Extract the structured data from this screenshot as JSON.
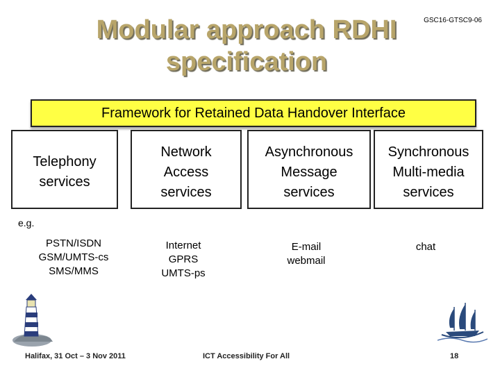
{
  "title": {
    "line1": "Modular approach RDHI",
    "line2": "specification"
  },
  "doc_id": "GSC16-GTSC9-06",
  "framework_label": "Framework for Retained Data Handover Interface",
  "columns": [
    {
      "lines": [
        "Telephony",
        "services"
      ]
    },
    {
      "lines": [
        "Network",
        "Access",
        "services"
      ]
    },
    {
      "lines": [
        "Asynchronous",
        "Message",
        "services"
      ]
    },
    {
      "lines": [
        "Synchronous",
        "Multi-media",
        "services"
      ]
    }
  ],
  "eg_label": "e.g.",
  "examples": [
    {
      "lines": [
        "PSTN/ISDN",
        "GSM/UMTS-cs",
        "SMS/MMS"
      ]
    },
    {
      "lines": [
        "Internet",
        "GPRS",
        "UMTS-ps"
      ]
    },
    {
      "lines": [
        "E-mail",
        "webmail"
      ]
    },
    {
      "lines": [
        "chat"
      ]
    }
  ],
  "footer": {
    "event": "Halifax, 31 Oct – 3 Nov 2011",
    "tagline": "ICT Accessibility For All",
    "page_number": "18"
  },
  "colors": {
    "title": "#b8a56a",
    "framework_bg": "#ffff44",
    "lighthouse": "#2a3d7c",
    "ship": "#2a4a7c"
  },
  "icons": {
    "left": "lighthouse-logo",
    "right": "sailing-ship-logo"
  }
}
